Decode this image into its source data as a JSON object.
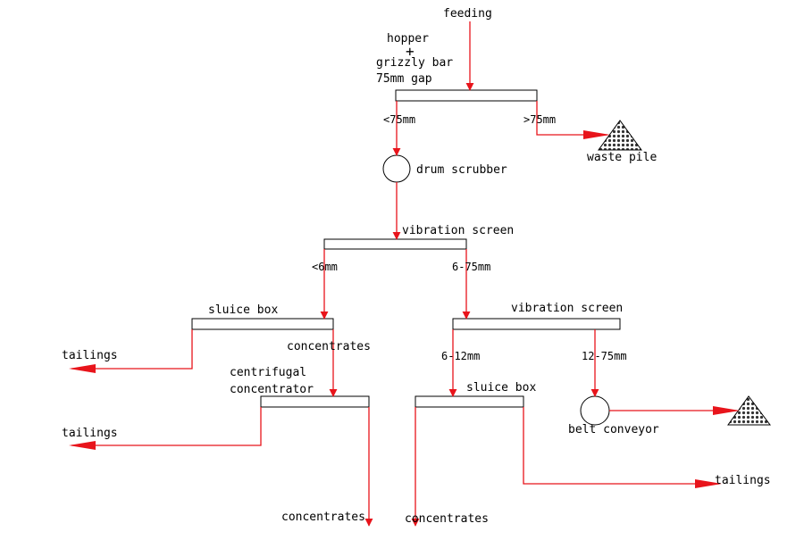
{
  "labels": {
    "feeding": "feeding",
    "hopper": "hopper",
    "plus": "+",
    "grizzly_bar": "grizzly bar",
    "gap_75mm": "75mm gap",
    "lt_75mm": "<75mm",
    "gt_75mm": ">75mm",
    "waste_pile": "waste pile",
    "drum_scrubber": "drum scrubber",
    "vibration_screen_1": "vibration screen",
    "lt_6mm": "<6mm",
    "range_6_75mm": "6-75mm",
    "sluice_box_1": "sluice box",
    "vibration_screen_2": "vibration screen",
    "tailings_1": "tailings",
    "concentrates_1": "concentrates",
    "range_6_12mm": "6-12mm",
    "range_12_75mm": "12-75mm",
    "centrifugal": "centrifugal",
    "concentrator": "concentrator",
    "sluice_box_2": "sluice box",
    "tailings_2": "tailings",
    "belt_conveyor": "belt conveyor",
    "tailings_3": "tailings",
    "concentrates_2": "concentrates",
    "concentrates_3": "concentrates"
  },
  "colors": {
    "flow_line": "#e8141b",
    "outline": "#000000",
    "pile_fill": "#555555"
  }
}
